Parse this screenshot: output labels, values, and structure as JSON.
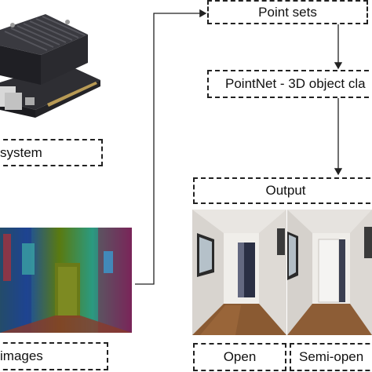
{
  "boxes": {
    "point_sets": "Point sets",
    "pointnet": "PointNet - 3D object cla",
    "system": "system",
    "output": "Output",
    "images": "images",
    "open": "Open",
    "semi_open": "Semi-open"
  },
  "colors": {
    "line": "#222222",
    "board_dark": "#2a2a2e",
    "wall_light": "#e9e6e2",
    "floor_wood": "#8a5a32"
  }
}
